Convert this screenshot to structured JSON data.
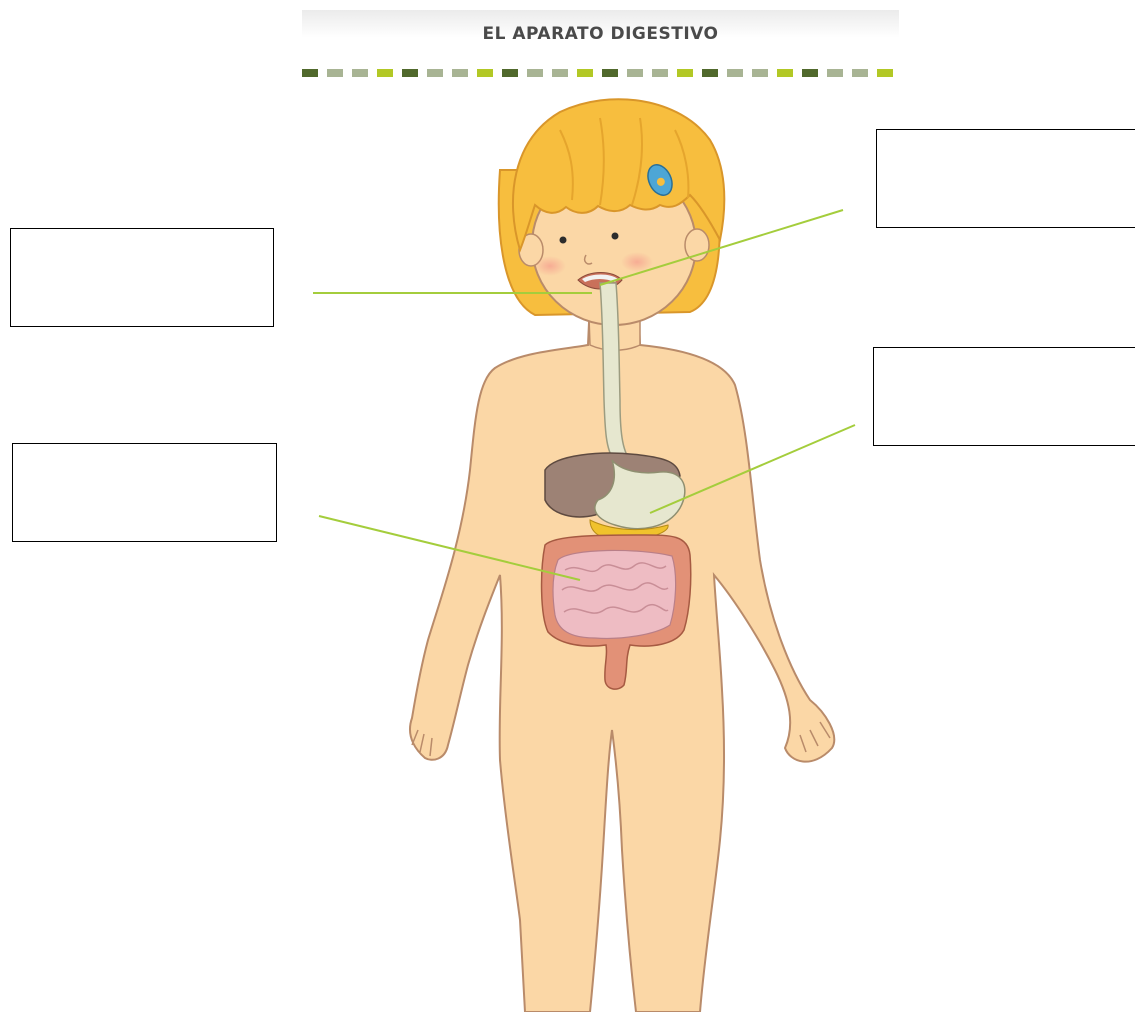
{
  "header": {
    "title": "EL APARATO DIGESTIVO"
  },
  "colors": {
    "skin": "#fbd7a6",
    "hair": "#f7be3e",
    "hair_clip": "#4da6d6",
    "leader_line": "#a4cd3c",
    "stomach": "#e6e7cf",
    "liver": "#9d8275",
    "small_intestine": "#eebcc3",
    "large_intestine": "#e29177",
    "dash_dark": "#50692c",
    "dash_light": "#a8b494",
    "dash_lime": "#b2c825"
  },
  "label_boxes": [
    {
      "id": "box-1",
      "text": ""
    },
    {
      "id": "box-2",
      "text": ""
    },
    {
      "id": "box-3",
      "text": ""
    },
    {
      "id": "box-4",
      "text": ""
    }
  ]
}
